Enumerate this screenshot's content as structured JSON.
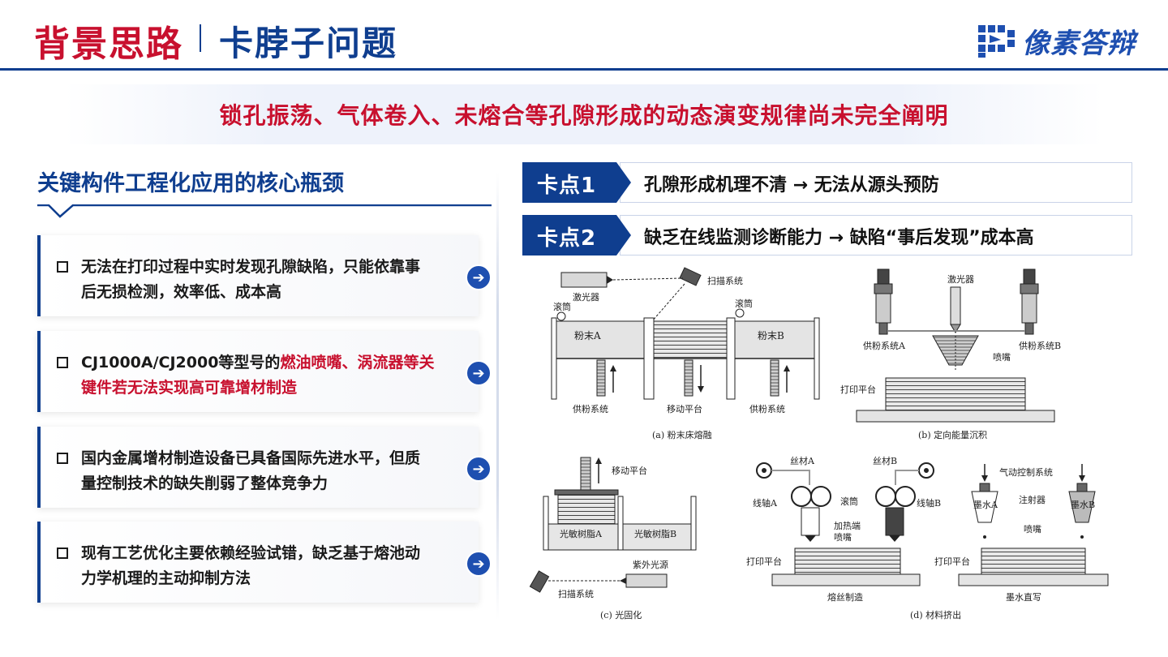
{
  "header": {
    "title_main": "背景思路",
    "title_sub": "卡脖子问题",
    "brand": "像素答辩",
    "brand_logo_icon": "pixel-logo-icon"
  },
  "banner": {
    "text": "锁孔振荡、气体卷入、未熔合等孔隙形成的动态演变规律尚未完全阐明"
  },
  "left": {
    "title": "关键构件工程化应用的核心瓶颈",
    "cards": [
      {
        "line1": "无法在打印过程中实时发现孔隙缺陷，只能依靠事",
        "line2": "后无损检测，效率低、成本高"
      },
      {
        "line1_a": "CJ1000A/CJ2000等型号的",
        "line1_b": "燃油喷嘴、涡流器等关",
        "line2": "键件若无法实现高可靠增材制造"
      },
      {
        "line1": "国内金属增材制造设备已具备国际先进水平，但质",
        "line2": "量控制技术的缺失削弱了整体竞争力"
      },
      {
        "line1": "现有工艺优化主要依赖经验试错，缺乏基于熔池动",
        "line2": "力学机理的主动抑制方法"
      }
    ],
    "arrow_glyph": "➔"
  },
  "kadian": [
    {
      "tag": "卡点1",
      "text": "孔隙形成机理不清 → 无法从源头预防"
    },
    {
      "tag": "卡点2",
      "text": "缺乏在线监测诊断能力 → 缺陷“事后发现”成本高"
    }
  ],
  "diagram": {
    "a": {
      "laser": "激光器",
      "scan": "扫描系统",
      "roller": "滚筒",
      "roller2": "滚筒",
      "powderA": "粉末A",
      "powderB": "粉末B",
      "feed1": "供粉系统",
      "move": "移动平台",
      "feed2": "供粉系统",
      "caption": "(a)  粉末床熔融"
    },
    "b": {
      "laser": "激光器",
      "feedA": "供粉系统A",
      "feedB": "供粉系统B",
      "nozzle": "喷嘴",
      "platform": "打印平台",
      "caption": "(b)  定向能量沉积"
    },
    "c": {
      "move": "移动平台",
      "resinA": "光敏树脂A",
      "resinB": "光敏树脂B",
      "uv": "紫外光源",
      "scan": "扫描系统",
      "caption": "(c)  光固化"
    },
    "d": {
      "wireA": "丝材A",
      "wireB": "丝材B",
      "spoolA": "线轴A",
      "spoolB": "线轴B",
      "roller": "滚筒",
      "heat": "加热端",
      "nozzle": "喷嘴",
      "platform": "打印平台",
      "fdm": "熔丝制造",
      "gas": "气动控制系统",
      "inkA": "墨水A",
      "inkB": "墨水B",
      "syringe": "注射器",
      "nozzle2": "喷嘴",
      "platform2": "打印平台",
      "diw": "墨水直写",
      "caption": "(d)  材料挤出"
    }
  },
  "colors": {
    "red": "#c8102e",
    "navy": "#0f3e8f",
    "blue": "#1e4fb0"
  }
}
